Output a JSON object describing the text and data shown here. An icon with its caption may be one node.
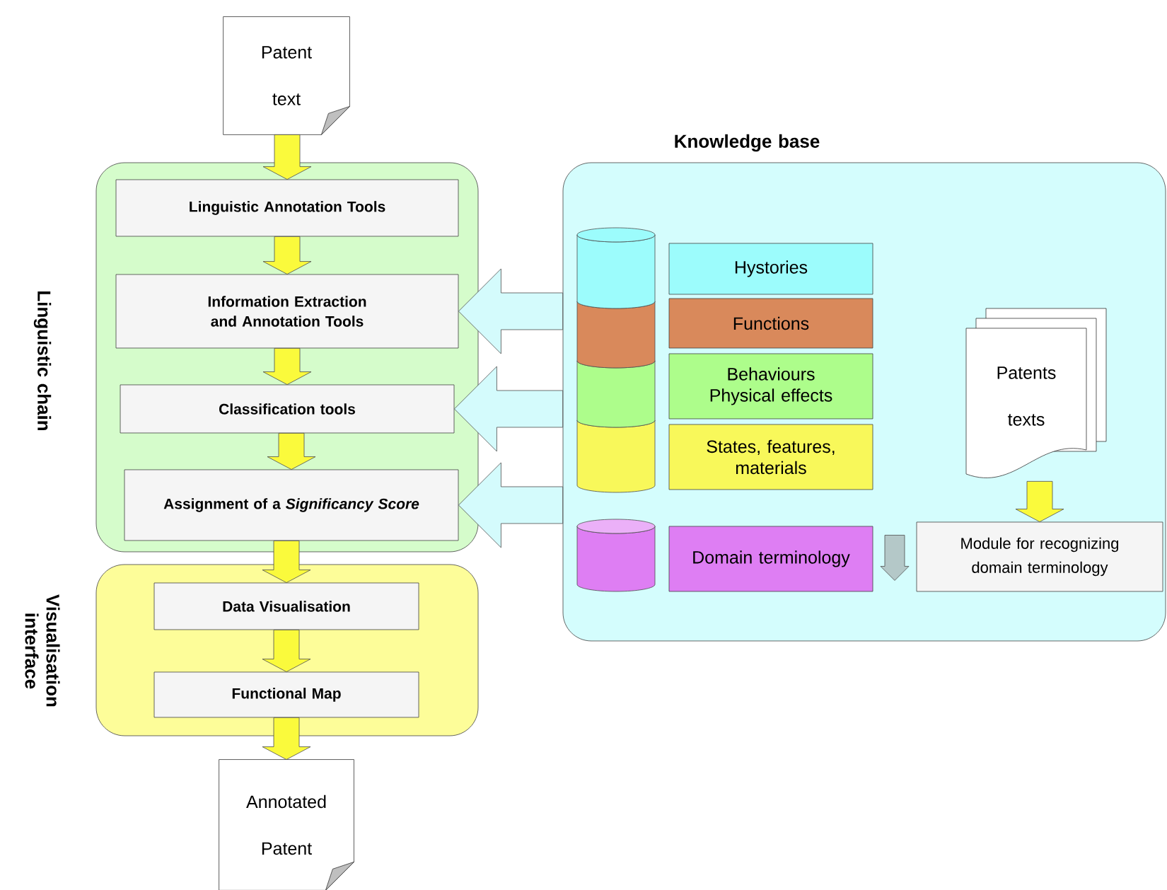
{
  "diagram": {
    "nodes": [
      {
        "text": [
          "Patent text"
        ]
      },
      {
        "text": [
          "Linguistic chain"
        ]
      },
      {
        "text": [
          "Linguistic Annotation Tools"
        ],
        "in": 1
      },
      {
        "text": [
          "Information Extraction and Annotation Tools"
        ],
        "in": 1
      },
      {
        "text": [
          "Classification tools"
        ],
        "in": 1
      },
      {
        "text": [
          "Assignment of a *Significancy Score*"
        ],
        "in": 1
      },
      {
        "text": [
          "Visualisation interface"
        ]
      },
      {
        "text": [
          "Data Visualisation"
        ],
        "in": 6
      },
      {
        "text": [
          "Functional Map"
        ],
        "in": 6
      },
      {
        "text": [
          "Annotated Patent"
        ]
      },
      {
        "text": [
          "Knowledge base"
        ]
      },
      {
        "text": [
          "Hystories"
        ],
        "in": 10
      },
      {
        "text": [
          "Functions"
        ],
        "in": 10
      },
      {
        "text": [
          "Behaviours Physical effects"
        ],
        "in": 10
      },
      {
        "text": [
          "States, features, materials"
        ],
        "in": 10
      },
      {
        "text": [
          "Domain terminology"
        ],
        "in": 10
      },
      {
        "text": [
          "Patents texts"
        ],
        "in": 10
      },
      {
        "text": [
          "Module for recognizing domain terminology"
        ],
        "in": 10
      }
    ],
    "edges": [
      {
        "from": 0,
        "to": 2,
        "arrow": "to"
      },
      {
        "from": 2,
        "to": 3,
        "arrow": "to"
      },
      {
        "from": 3,
        "to": 4,
        "arrow": "to"
      },
      {
        "from": 4,
        "to": 5,
        "arrow": "to"
      },
      {
        "from": 5,
        "to": 7,
        "arrow": "to"
      },
      {
        "from": 7,
        "to": 8,
        "arrow": "to"
      },
      {
        "from": 8,
        "to": 9,
        "arrow": "to"
      },
      {
        "from": 10,
        "to": 3,
        "arrow": "to",
        "color": "#d4fbfc"
      },
      {
        "from": 10,
        "to": 4,
        "arrow": "to",
        "color": "#d4fbfc"
      },
      {
        "from": 10,
        "to": 5,
        "arrow": "to",
        "color": "#d4fbfc"
      },
      {
        "from": 16,
        "to": 17,
        "arrow": "to"
      },
      {
        "from": 17,
        "to": 15,
        "arrow": "to",
        "color": "#b4c8c8"
      }
    ]
  }
}
